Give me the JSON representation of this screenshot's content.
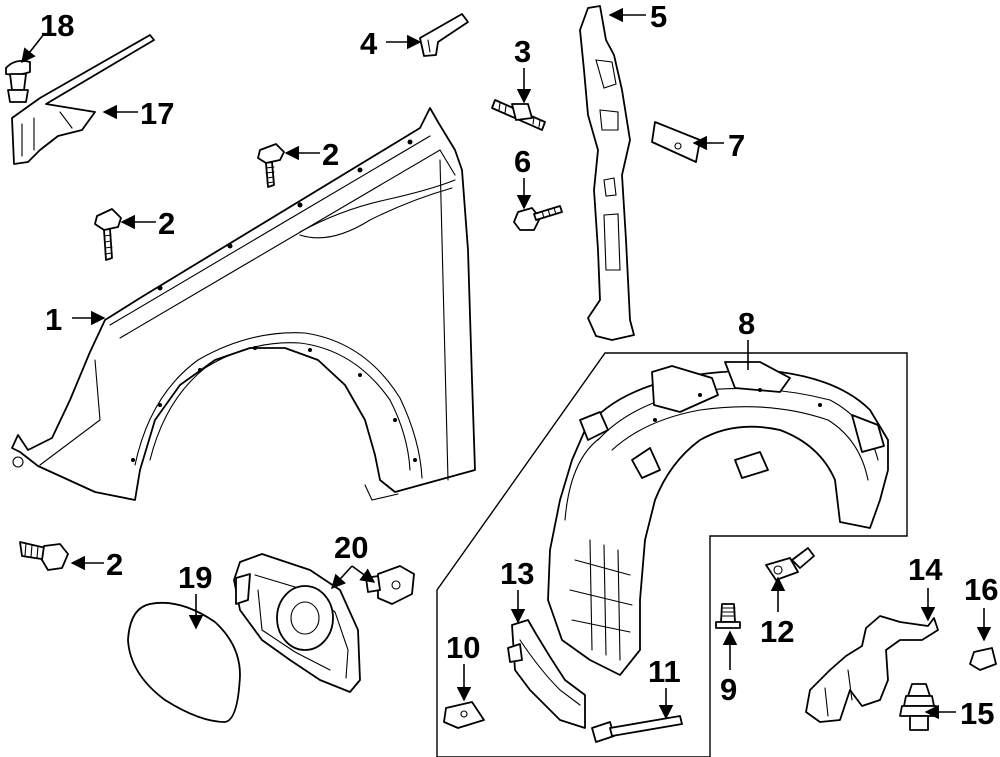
{
  "callouts": [
    {
      "id": "c1",
      "label": "1"
    },
    {
      "id": "c2a",
      "label": "2"
    },
    {
      "id": "c2b",
      "label": "2"
    },
    {
      "id": "c2c",
      "label": "2"
    },
    {
      "id": "c3",
      "label": "3"
    },
    {
      "id": "c4",
      "label": "4"
    },
    {
      "id": "c5",
      "label": "5"
    },
    {
      "id": "c6",
      "label": "6"
    },
    {
      "id": "c7",
      "label": "7"
    },
    {
      "id": "c8",
      "label": "8"
    },
    {
      "id": "c9",
      "label": "9"
    },
    {
      "id": "c10",
      "label": "10"
    },
    {
      "id": "c11",
      "label": "11"
    },
    {
      "id": "c12",
      "label": "12"
    },
    {
      "id": "c13",
      "label": "13"
    },
    {
      "id": "c14",
      "label": "14"
    },
    {
      "id": "c15",
      "label": "15"
    },
    {
      "id": "c16",
      "label": "16"
    },
    {
      "id": "c17",
      "label": "17"
    },
    {
      "id": "c18",
      "label": "18"
    },
    {
      "id": "c19",
      "label": "19"
    },
    {
      "id": "c20",
      "label": "20"
    }
  ],
  "colors": {
    "line": "#000000",
    "background": "#ffffff"
  }
}
